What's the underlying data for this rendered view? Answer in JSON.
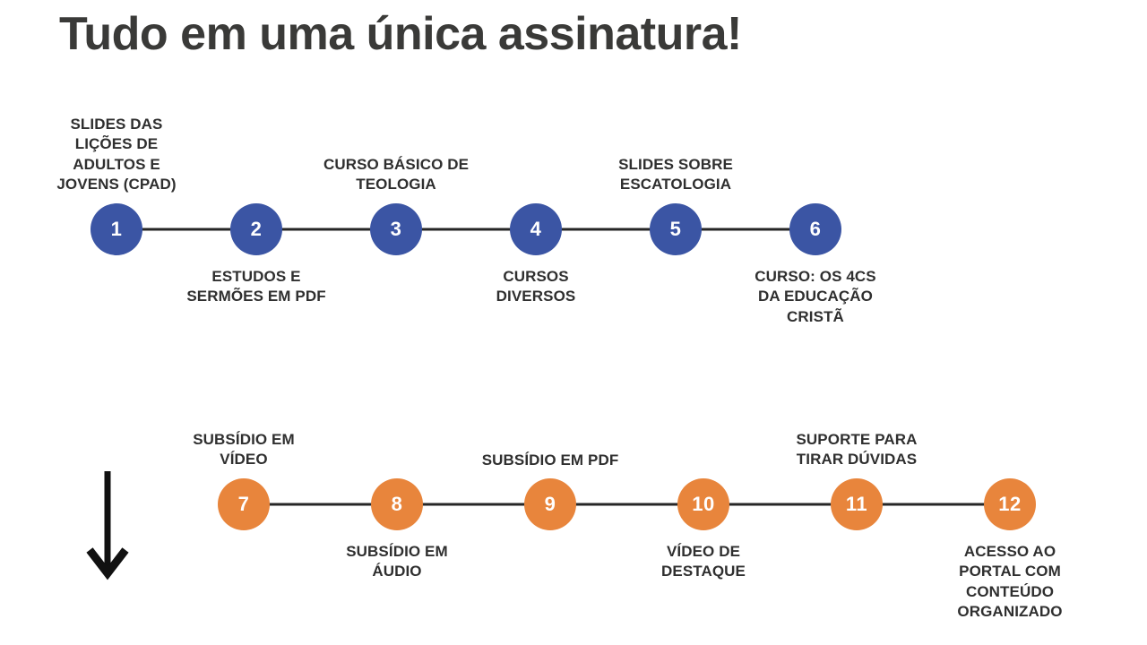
{
  "slide": {
    "title": "Tudo em uma única assinatura!",
    "background_color": "#ffffff",
    "title_color": "#3a3a38"
  },
  "colors": {
    "blue_node": "#3b55a4",
    "orange_node": "#e8853c",
    "track": "#262626",
    "caption_text": "#2f2f2f",
    "arrow": "#111111"
  },
  "arrow": {
    "icon": "arrow-down-icon",
    "direction": "down"
  },
  "rows": [
    {
      "name": "timeline-row-1",
      "node_color": "#3b55a4",
      "steps": [
        {
          "number": "1",
          "label": "SLIDES DAS\nLIÇÕES DE\nADULTOS E\nJOVENS (CPAD)",
          "position": "above"
        },
        {
          "number": "2",
          "label": "ESTUDOS E\nSERMÕES EM PDF",
          "position": "below"
        },
        {
          "number": "3",
          "label": "CURSO BÁSICO DE\nTEOLOGIA",
          "position": "above"
        },
        {
          "number": "4",
          "label": "CURSOS\nDIVERSOS",
          "position": "below"
        },
        {
          "number": "5",
          "label": "SLIDES SOBRE\nESCATOLOGIA",
          "position": "above"
        },
        {
          "number": "6",
          "label": "CURSO: OS 4CS\nDA EDUCAÇÃO\nCRISTÃ",
          "position": "below"
        }
      ]
    },
    {
      "name": "timeline-row-2",
      "node_color": "#e8853c",
      "steps": [
        {
          "number": "7",
          "label": "SUBSÍDIO EM\nVÍDEO",
          "position": "above"
        },
        {
          "number": "8",
          "label": "SUBSÍDIO EM\nÁUDIO",
          "position": "below"
        },
        {
          "number": "9",
          "label": "SUBSÍDIO EM PDF",
          "position": "above"
        },
        {
          "number": "10",
          "label": "VÍDEO DE\nDESTAQUE",
          "position": "below"
        },
        {
          "number": "11",
          "label": "SUPORTE PARA\nTIRAR DÚVIDAS",
          "position": "above"
        },
        {
          "number": "12",
          "label": "ACESSO AO\nPORTAL COM\nCONTEÚDO\nORGANIZADO",
          "position": "below"
        }
      ]
    }
  ]
}
